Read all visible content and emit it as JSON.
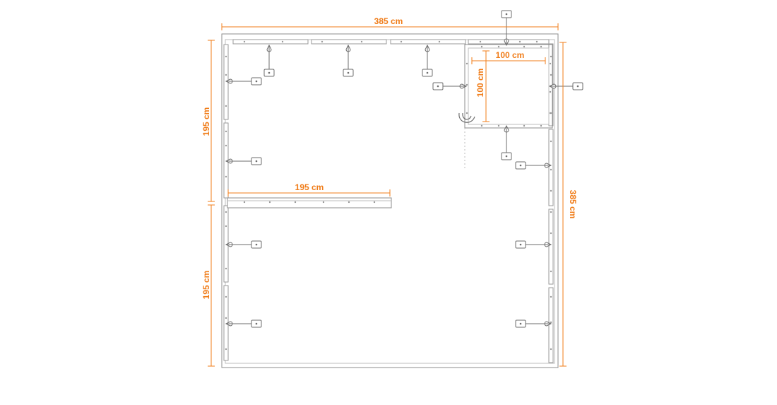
{
  "colors": {
    "dimension": "#F07D1A",
    "frame": "#8C8C8C",
    "rail": "#BDBDBD",
    "fitting": "#6E6E6E",
    "background": "#FFFFFF"
  },
  "dimensions": {
    "top_width": "385 cm",
    "right_height": "385 cm",
    "left_upper": "195 cm",
    "left_lower": "195 cm",
    "middle_bar": "195 cm",
    "window_width": "100 cm",
    "window_height": "100 cm"
  },
  "icons": {
    "tensioner": "turnbuckle-anchor-icon",
    "hook": "hook-icon"
  }
}
